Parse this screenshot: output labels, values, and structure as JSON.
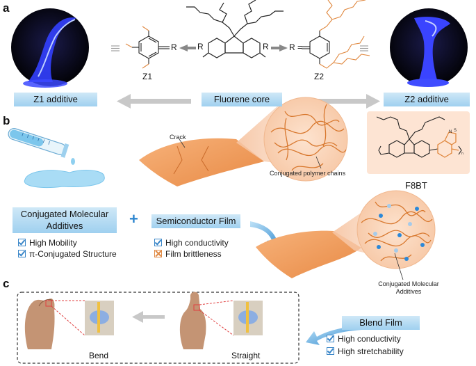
{
  "panels": {
    "a": "a",
    "b": "b",
    "c": "c"
  },
  "panel_a": {
    "z1_label": "Z1",
    "z2_label": "Z2",
    "r_left": "R",
    "r_right": "R",
    "r_z1": "R",
    "r_z2": "R =",
    "z1_box": "Z1 additive",
    "core_box": "Fluorene core",
    "z2_box": "Z2 additive"
  },
  "panel_b": {
    "crack_label": "Crack",
    "chains_label": "Conjugated polymer chains",
    "f8bt_label": "F8BT",
    "additives_box": "Conjugated Molecular Additives",
    "plus": "+",
    "film_box": "Semiconductor Film",
    "additive_checks": [
      "High Mobility",
      "π-Conjugated Structure"
    ],
    "film_checks": [
      "High conductivity",
      "Film brittleness"
    ],
    "cma_label": "Conjugated Molecular Additives"
  },
  "panel_c": {
    "bend_label": "Bend",
    "straight_label": "Straight",
    "blend_box": "Blend Film",
    "blend_checks": [
      "High conductivity",
      "High stretchability"
    ]
  },
  "colors": {
    "blue_box": "#9fd0ef",
    "orange": "#f0a060",
    "arrow_gray": "#bfbfbf",
    "glow": "#2f3bff"
  }
}
